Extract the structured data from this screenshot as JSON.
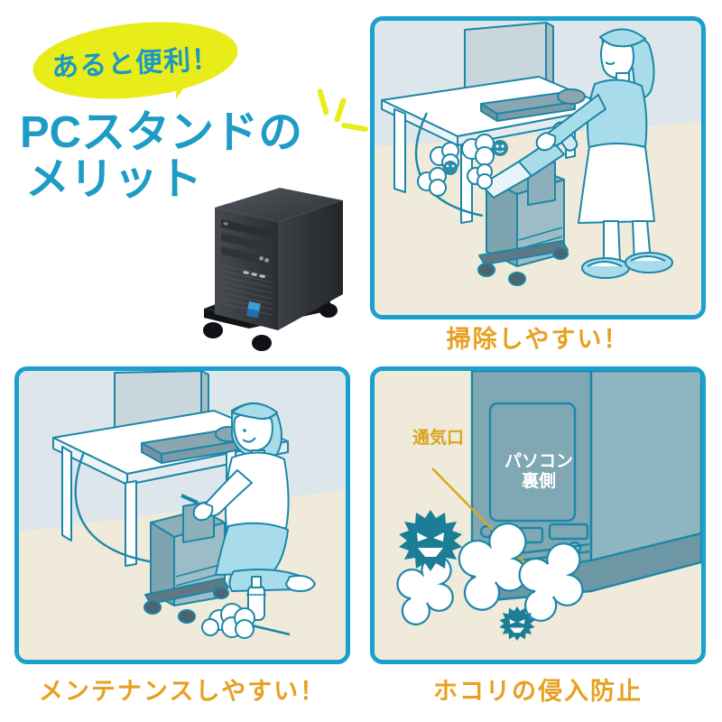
{
  "hero": {
    "bubble_text": "あると便利！",
    "title_line1": "PCスタンドの",
    "title_line2": "メリット",
    "title_color": "#1d9cc6",
    "bubble_color": "#e8ec18",
    "bubble_text_color": "#1899c4",
    "product_alt": "pc-tower-on-stand-photo"
  },
  "panels": [
    {
      "id": "panel-cleaning",
      "caption": "掃除しやすい！",
      "scene": "woman-vacuuming-under-desk",
      "has_dust": true,
      "has_germs": true
    },
    {
      "id": "panel-maintenance",
      "caption": "メンテナンスしやすい！",
      "scene": "man-kneeling-maintaining-pc",
      "has_duster": true,
      "has_spray_bottle": true
    },
    {
      "id": "panel-dust-prevention",
      "caption": "ホコリの侵入防止",
      "scene": "pc-rear-vent-closeup",
      "pc_label_line1": "パソコン",
      "pc_label_line2": "裏側",
      "vent_label": "通気口",
      "has_dust": true,
      "has_germs": true
    }
  ],
  "colors": {
    "border": "#19a0cc",
    "caption": "#e8a021",
    "wall": "#dde6ea",
    "floor": "#efeada",
    "line": "#1b87a8",
    "pc_body": "#7fa8b4",
    "skin_fill": "#ffffff",
    "cloth_blue": "#a9dcea",
    "germ": "#1b7e96",
    "vent_line": "#d9a41f"
  }
}
